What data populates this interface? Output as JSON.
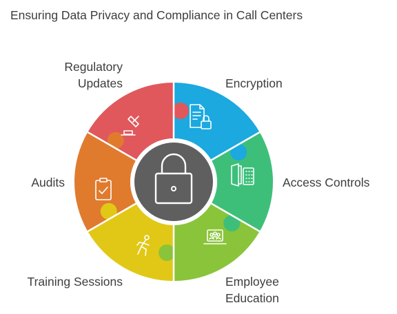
{
  "title": "Ensuring Data Privacy and Compliance in Call Centers",
  "center": {
    "icon": "padlock-icon"
  },
  "segments": [
    {
      "id": "encryption",
      "lines": [
        "Encryption"
      ],
      "color": "#1ba9e0",
      "icon": "document-lock-icon"
    },
    {
      "id": "access-controls",
      "lines": [
        "Access Controls"
      ],
      "color": "#3dbf7a",
      "icon": "door-keypad-icon"
    },
    {
      "id": "employee-education",
      "lines": [
        "Employee",
        "Education"
      ],
      "color": "#8ac43a",
      "icon": "online-learning-icon"
    },
    {
      "id": "training-sessions",
      "lines": [
        "Training Sessions"
      ],
      "color": "#e2c816",
      "icon": "person-training-icon"
    },
    {
      "id": "audits",
      "lines": [
        "Audits"
      ],
      "color": "#e07b2e",
      "icon": "clipboard-check-icon"
    },
    {
      "id": "regulatory-updates",
      "lines": [
        "Regulatory",
        "Updates"
      ],
      "color": "#e0585c",
      "icon": "gavel-icon"
    }
  ]
}
